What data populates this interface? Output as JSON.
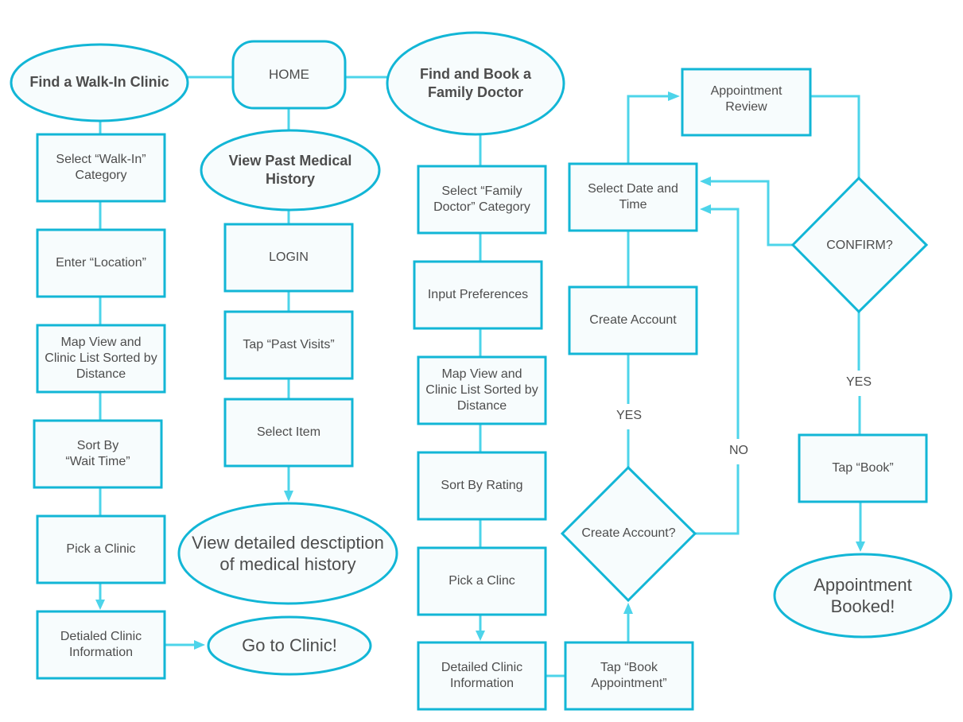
{
  "diagram": {
    "colors": {
      "border": "#12b6d6",
      "connector": "#4dd4ea",
      "fill": "#f7fcfd",
      "text": "#4d4d4d"
    },
    "home": {
      "label": "HOME",
      "shape": "rounded-rectangle"
    },
    "flows": {
      "walk_in": {
        "title": "Find a Walk-In Clinic",
        "steps": [
          "Select “Walk-In” Category",
          "Enter “Location”",
          "Map View and Clinic List Sorted by Distance",
          "Sort By “Wait Time”",
          "Pick a Clinic",
          "Detialed Clinic Information"
        ],
        "end": "Go to Clinic!"
      },
      "medical_history": {
        "title": "View Past Medical History",
        "steps": [
          "LOGIN",
          "Tap “Past Visits”",
          "Select Item"
        ],
        "end": "View detailed desctiption of medical history"
      },
      "family_doctor": {
        "title": "Find and Book a Family Doctor",
        "steps": [
          "Select “Family Doctor” Category",
          "Input Preferences",
          "Map View and Clinic List Sorted by Distance",
          "Sort By Rating",
          "Pick a Clinc",
          "Detailed Clinic Information",
          "Tap “Book Appointment”"
        ],
        "decision_account": "Create Account?",
        "create_account": "Create Account",
        "select_date": "Select Date and Time",
        "review": "Appointment Review",
        "decision_confirm": "CONFIRM?",
        "book": "Tap “Book”",
        "end": "Appointment Booked!"
      }
    },
    "edge_labels": {
      "yes_account": "YES",
      "no_account": "NO",
      "yes_confirm": "YES"
    }
  }
}
